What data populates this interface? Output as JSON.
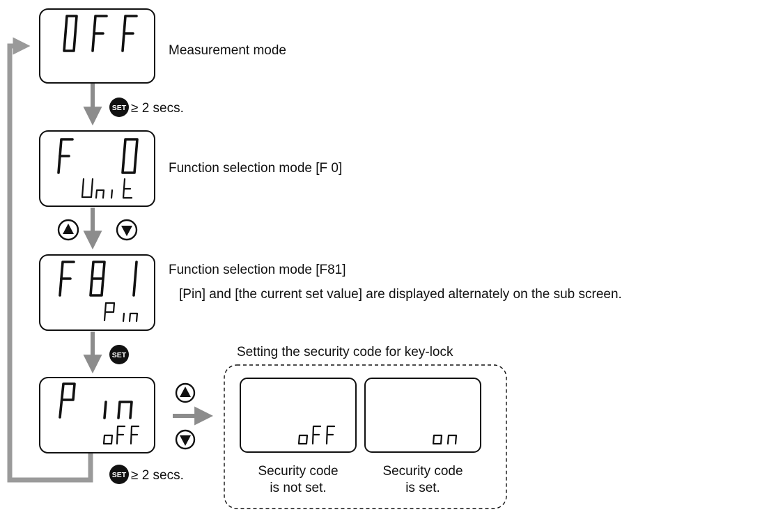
{
  "steps": [
    {
      "display_main": "OFF",
      "display_sub": "",
      "label": "Measurement mode"
    },
    {
      "display_main": "F 0",
      "display_sub": "Unit",
      "label": "Function selection mode [F 0]"
    },
    {
      "display_main": "F81",
      "display_sub": "Pin",
      "label": "Function selection mode [F81]",
      "note": "[Pin] and [the current set value] are displayed alternately on the sub screen."
    },
    {
      "display_main": "Pin",
      "display_sub": "oFF"
    }
  ],
  "transitions": [
    {
      "button": "SET",
      "text": "≥ 2 secs."
    },
    {
      "buttons": [
        "up-triangle-button",
        "down-triangle-button"
      ]
    },
    {
      "button": "SET",
      "text": ""
    },
    {
      "button": "SET",
      "text": "≥ 2 secs."
    }
  ],
  "security": {
    "title": "Setting the security code for key-lock",
    "buttons": [
      "up-triangle-button",
      "down-triangle-button"
    ],
    "options": [
      {
        "display_sub": "oFF",
        "caption_line1": "Security code",
        "caption_line2": "is not set."
      },
      {
        "display_sub": "on",
        "caption_line1": "Security code",
        "caption_line2": "is set."
      }
    ]
  },
  "button_label": "SET",
  "colors": {
    "ink": "#111111",
    "arrow": "#8c8c8c",
    "background": "#ffffff"
  }
}
